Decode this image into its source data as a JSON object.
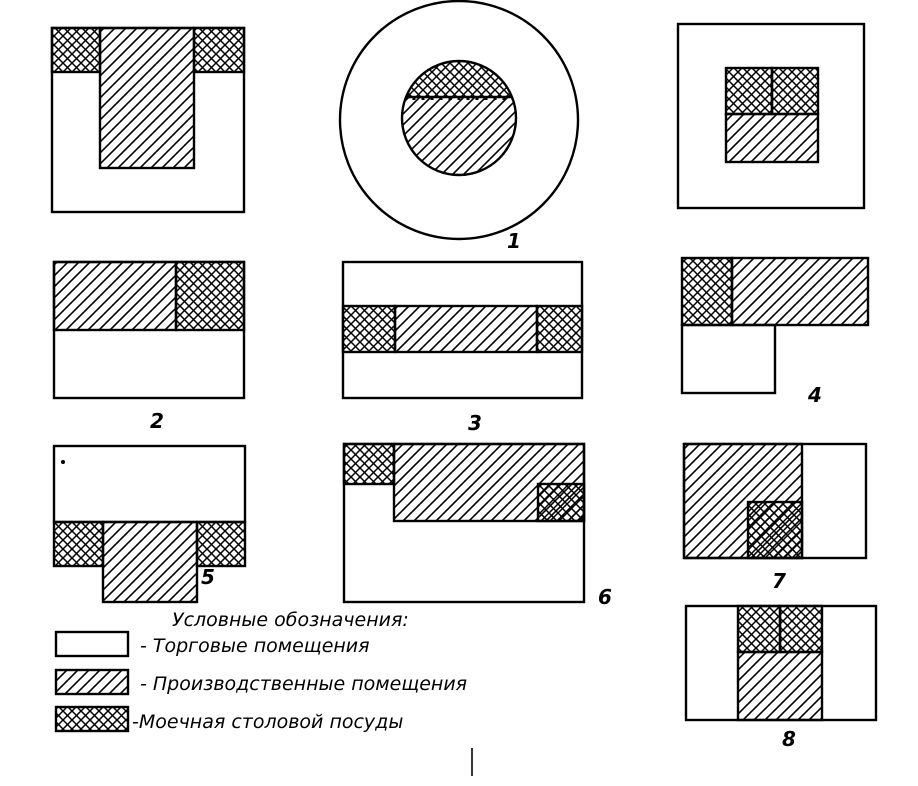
{
  "labels": {
    "n1": "1",
    "n2": "2",
    "n3": "3",
    "n4": "4",
    "n5": "5",
    "n6": "6",
    "n7": "7",
    "n8": "8"
  },
  "legend": {
    "title": "Условные обозначения:",
    "items": [
      {
        "pattern": "white",
        "text": "- Торговые помещения"
      },
      {
        "pattern": "hatch",
        "text": "- Производственные помещения"
      },
      {
        "pattern": "cross",
        "text": "-Моечная столовой посуды"
      }
    ]
  }
}
